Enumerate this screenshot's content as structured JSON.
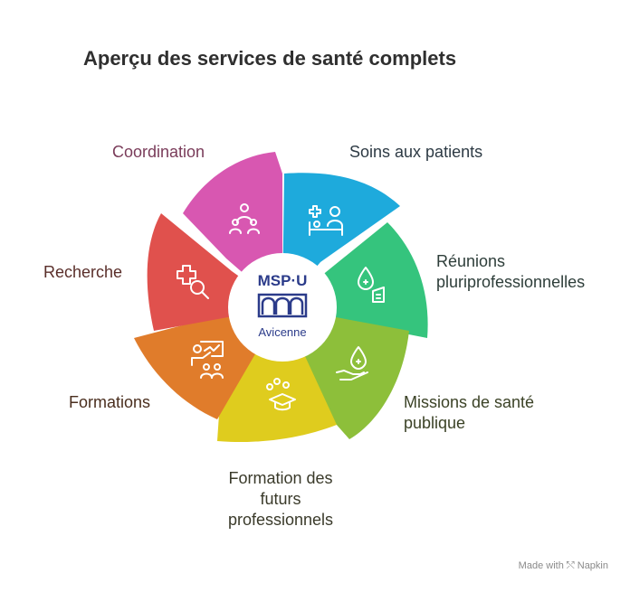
{
  "title": "Aperçu des services de santé complets",
  "center_logo": {
    "line1": "MSP·U",
    "line2": "Avicenne",
    "color": "#2b3b8a"
  },
  "segments": [
    {
      "label": "Coordination",
      "color": "#d857b1",
      "icon": "meeting-people-icon"
    },
    {
      "label": "Soins aux patients",
      "color": "#1eaadc",
      "icon": "patient-bed-icon"
    },
    {
      "label_lines": [
        "Réunions",
        "pluriprofessionnelles"
      ],
      "color": "#35c47d",
      "icon": "health-building-icon"
    },
    {
      "label_lines": [
        "Missions de santé",
        "publique"
      ],
      "color": "#8dbf3a",
      "icon": "care-hand-icon"
    },
    {
      "label_lines": [
        "Formation des",
        "futurs",
        "professionnels"
      ],
      "color": "#dfcc1e",
      "icon": "graduation-cap-icon"
    },
    {
      "label": "Formations",
      "color": "#e07c2b",
      "icon": "teacher-board-icon"
    },
    {
      "label": "Recherche",
      "color": "#e0514d",
      "icon": "medical-search-icon"
    }
  ],
  "footer": {
    "prefix": "Made with",
    "brand": "Napkin"
  }
}
